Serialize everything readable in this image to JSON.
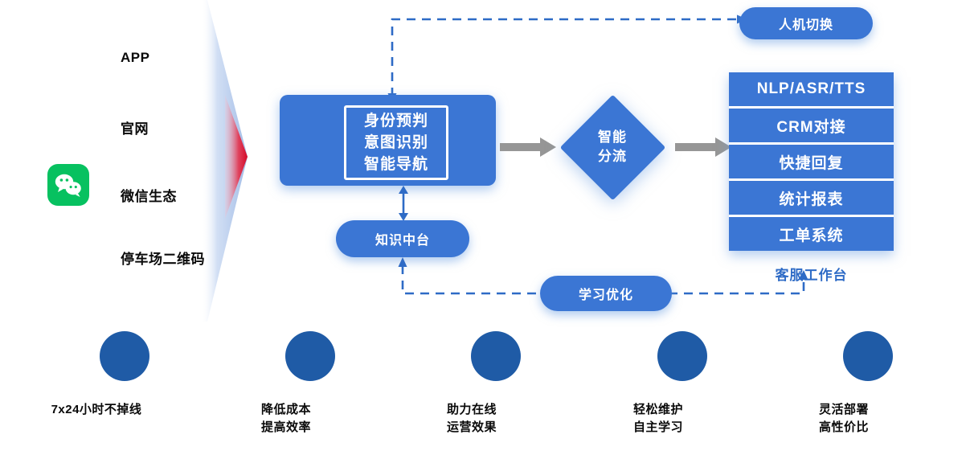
{
  "colors": {
    "primary_blue": "#3B76D4",
    "dark_blue_circle": "#1F5BA6",
    "caption_blue": "#2E6BC6",
    "gray_arrow": "#969696",
    "wechat_green": "#07C160",
    "red_tip": "#E01030",
    "white": "#FFFFFF"
  },
  "channels": {
    "items": [
      {
        "label": "APP",
        "icon": "none"
      },
      {
        "label": "官网",
        "icon": "none"
      },
      {
        "label": "微信生态",
        "icon": "wechat-icon"
      },
      {
        "label": "停车场二维码",
        "icon": "none"
      }
    ]
  },
  "core": {
    "main_box": {
      "lines": [
        "身份预判",
        "意图识别",
        "智能导航"
      ]
    },
    "router": {
      "lines": [
        "智能",
        "分流"
      ]
    },
    "knowledge_pill": {
      "label": "知识中台"
    },
    "handoff_pill": {
      "label": "人机切换"
    },
    "learning_pill": {
      "label": "学习优化"
    }
  },
  "workbench": {
    "caption": "客服工作台",
    "items": [
      {
        "label": "NLP/ASR/TTS"
      },
      {
        "label": "CRM对接"
      },
      {
        "label": "快捷回复"
      },
      {
        "label": "统计报表"
      },
      {
        "label": "工单系统"
      }
    ]
  },
  "benefits": {
    "items": [
      {
        "label": "7x24小时不掉线"
      },
      {
        "label": "降低成本\n提高效率"
      },
      {
        "label": "助力在线\n运营效果"
      },
      {
        "label": "轻松维护\n自主学习"
      },
      {
        "label": "灵活部署\n高性价比"
      }
    ]
  }
}
